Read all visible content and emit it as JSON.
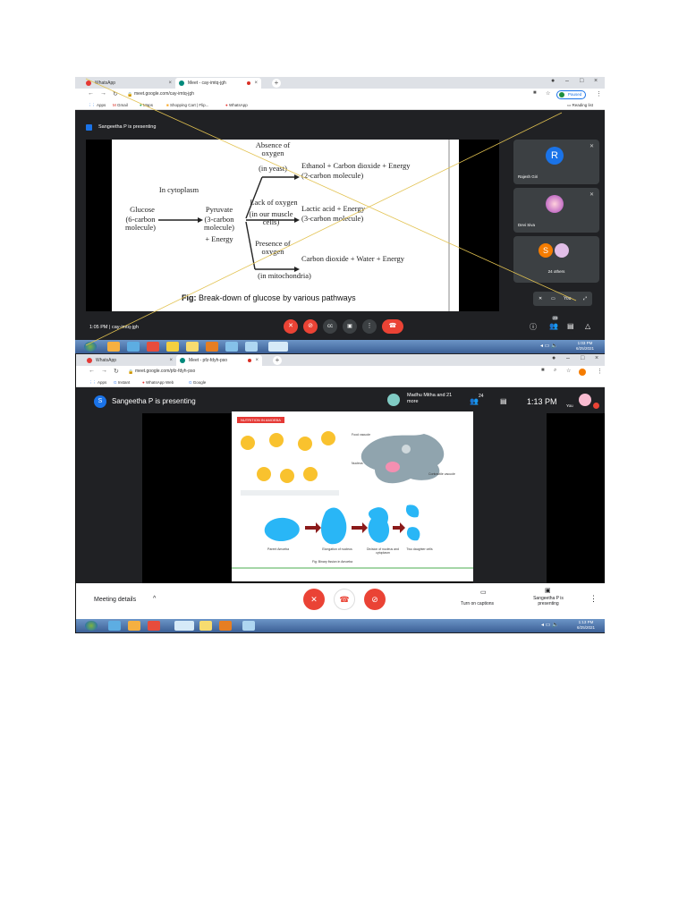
{
  "shot1": {
    "tabs": [
      {
        "label": "WhatsApp",
        "fav_color": "#e53935"
      },
      {
        "label": "Meet - cay-imtq-jgh",
        "fav_color": "#00897b"
      }
    ],
    "url": "meet.google.com/cay-imtq-jgh",
    "profile_status": "Paused",
    "bookmarks": [
      "Apps",
      "Gmail",
      "Maps",
      "Shopping Cart | Flip...",
      "WhatsApp"
    ],
    "reading_list": "Reading list",
    "presenting": "Sangeetha P is presenting",
    "diagram": {
      "absence": "Absence of oxygen",
      "in_yeast": "(in yeast)",
      "ethanol": "Ethanol + Carbon dioxide + Energy",
      "ethanol_sub": "(2-carbon molecule)",
      "in_cytoplasm": "In cytoplasm",
      "glucose": "Glucose",
      "glucose_sub": "(6-carbon molecule)",
      "pyruvate": "Pyruvate",
      "pyruvate_sub": "(3-carbon molecule)",
      "plus_energy": "+ Energy",
      "lack": "Lack of oxygen",
      "muscle": "(in our muscle cells)",
      "lactic": "Lactic acid + Energy",
      "lactic_sub": "(3-carbon molecule)",
      "presence": "Presence of oxygen",
      "mito": "(in mitochondria)",
      "co2": "Carbon dioxide + Water + Energy",
      "fig_label": "Fig:",
      "fig_caption": "Break-down of glucose by various pathways"
    },
    "participants": [
      {
        "initial": "R",
        "name": "Rajesh Giri",
        "color": "#1a73e8"
      },
      {
        "initial": "",
        "name": "Devi Siva",
        "color": "#f48fb1"
      },
      {
        "initial": "S",
        "name": "24 others",
        "color": "#f57c00"
      }
    ],
    "you_label": "You",
    "time_code": "1:05 PM  |  cay-imtq-jgh",
    "people_count": "28",
    "clock_time": "1:03 PM",
    "clock_date": "6/25/2021"
  },
  "shot2": {
    "tabs": [
      {
        "label": "WhatsApp",
        "fav_color": "#e53935"
      },
      {
        "label": "Meet - pfz-fdyh-pso",
        "fav_color": "#00897b"
      }
    ],
    "url": "meet.google.com/pfz-fdyh-pso",
    "bookmarks": [
      "Apps",
      "Instant",
      "WhatsApp Web",
      "Google"
    ],
    "presenting": "Sangeetha P is presenting",
    "presenter_initial": "S",
    "others": "Madhu Mitha and 21 more",
    "people_count": "24",
    "meet_time": "1:13 PM",
    "you_label": "You",
    "slide": {
      "header": "NUTRITION IN AMOEBA",
      "labels": [
        "Food vacuole",
        "Nucleus",
        "Contractile vacuole",
        "Parent Amoeba",
        "Elongation of nucleus",
        "Division of nucleus and cytoplasm",
        "Two daughter cells"
      ],
      "caption": "Fig: Binary fission in Amoeba"
    },
    "meeting_details": "Meeting details",
    "captions": "Turn on captions",
    "present_state": "Sangeetha P is presenting",
    "clock_time": "1:13 PM",
    "clock_date": "6/25/2021"
  }
}
